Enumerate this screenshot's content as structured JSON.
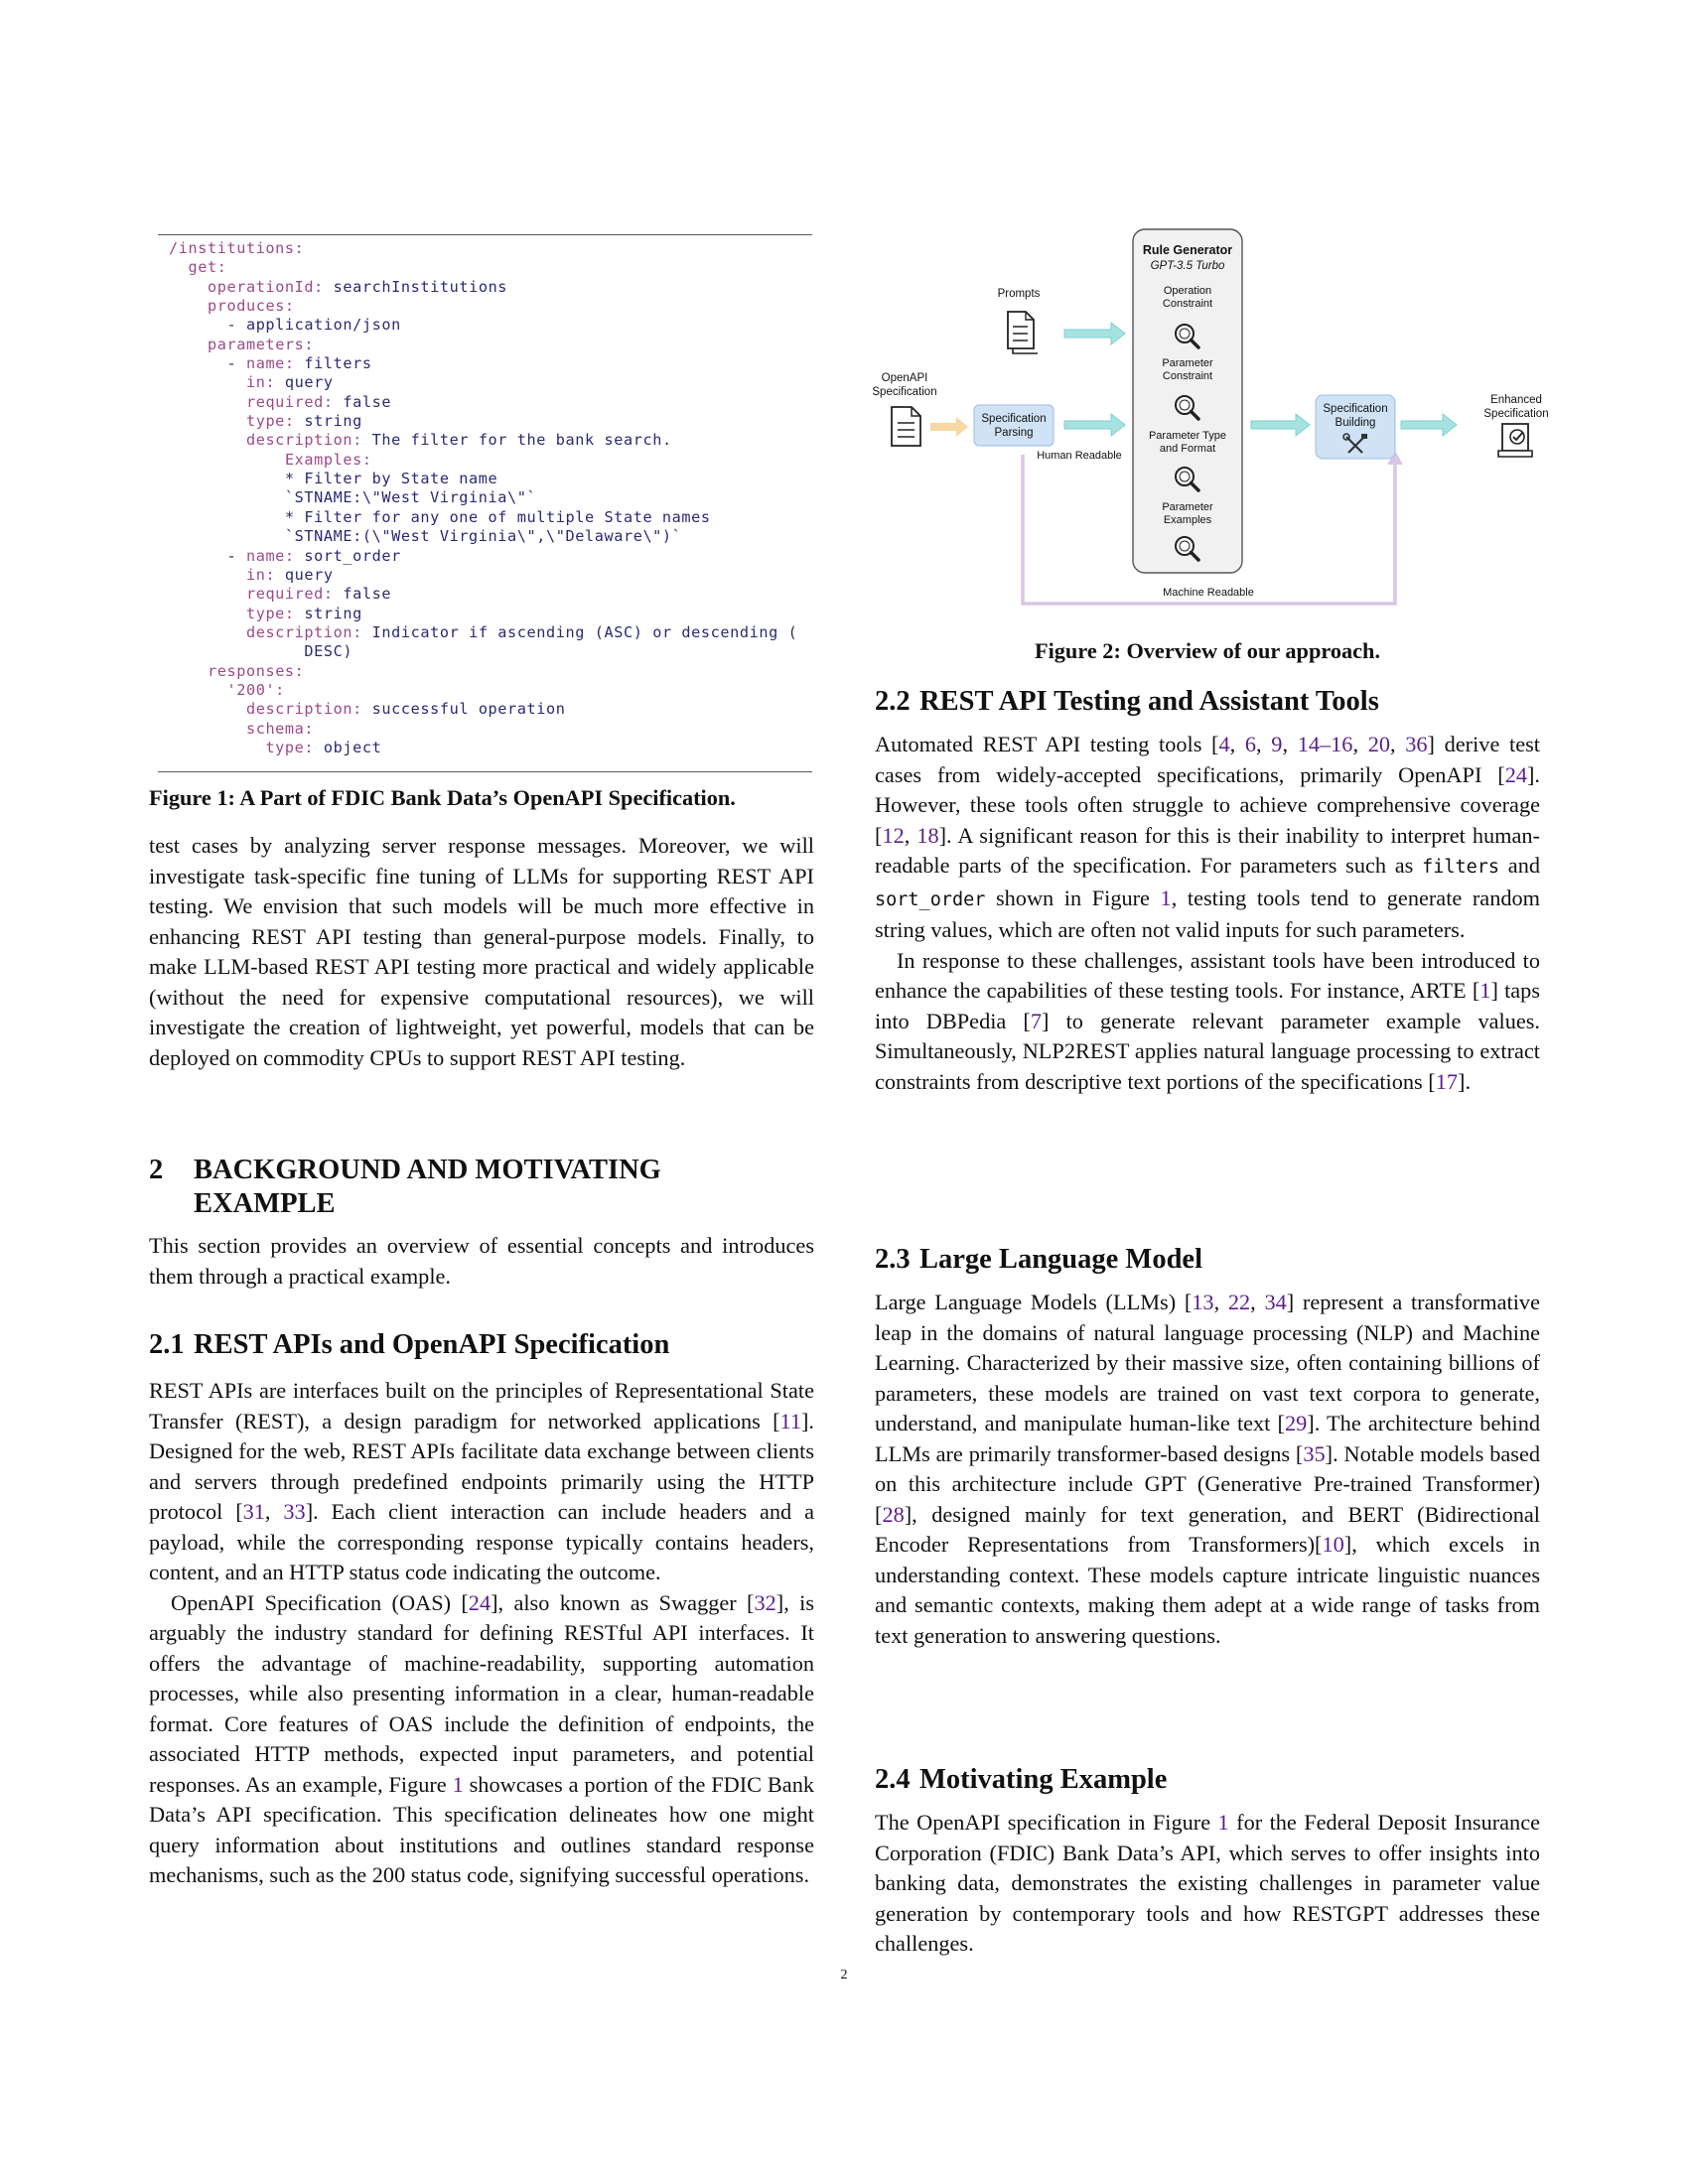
{
  "figure1": {
    "caption": "Figure 1: A Part of FDIC Bank Data’s OpenAPI Specification.",
    "code_lines": [
      "/institutions:",
      "  get:",
      "    operationId: searchInstitutions",
      "    produces:",
      "      - application/json",
      "    parameters:",
      "      - name: filters",
      "        in: query",
      "        required: false",
      "        type: string",
      "        description: The filter for the bank search.",
      "            Examples:",
      "            * Filter by State name",
      "            `STNAME:\\\"West Virginia\\\"`",
      "            * Filter for any one of multiple State names",
      "            `STNAME:(\\\"West Virginia\\\",\\\"Delaware\\\")`",
      "      - name: sort_order",
      "        in: query",
      "        required: false",
      "        type: string",
      "        description: Indicator if ascending (ASC) or descending (",
      "              DESC)",
      "    responses:",
      "      '200':",
      "        description: successful operation",
      "        schema:",
      "          type: object"
    ]
  },
  "figure2": {
    "caption": "Figure 2: Overview of our approach.",
    "rule_generator_title": "Rule Generator",
    "rule_generator_model": "GPT-3.5 Turbo",
    "prompts": "Prompts",
    "openapi_line1": "OpenAPI",
    "openapi_line2": "Specification",
    "parsing_line1": "Specification",
    "parsing_line2": "Parsing",
    "human_readable": "Human Readable",
    "machine_readable": "Machine Readable",
    "op_constraint_1": "Operation",
    "op_constraint_2": "Constraint",
    "param_constraint_1": "Parameter",
    "param_constraint_2": "Constraint",
    "param_type_1": "Parameter Type",
    "param_type_2": "and Format",
    "param_examples_1": "Parameter",
    "param_examples_2": "Examples",
    "building_line1": "Specification",
    "building_line2": "Building",
    "enhanced_line1": "Enhanced",
    "enhanced_line2": "Specification"
  },
  "left_para1": "test cases by analyzing server response messages. Moreover, we will investigate task-specific fine tuning of LLMs for supporting REST API testing. We envision that such models will be much more effective in enhancing REST API testing than general-purpose models. Finally, to make LLM-based REST API testing more practical and widely applicable (without the need for expensive computational resources), we will investigate the creation of lightweight, yet powerful, models that can be deployed on commodity CPUs to support REST API testing.",
  "sec2": {
    "num": "2",
    "title_line1": "BACKGROUND AND MOTIVATING",
    "title_line2": "EXAMPLE",
    "intro": "This section provides an overview of essential concepts and introduces them through a practical example."
  },
  "sec21": {
    "num": "2.1",
    "title": "REST APIs and OpenAPI Specification",
    "p1_a": "REST APIs are interfaces built on the principles of Representational State Transfer (REST), a design paradigm for networked applications [",
    "p1_c11": "11",
    "p1_b": "]. Designed for the web, REST APIs facilitate data exchange between clients and servers through predefined endpoints primarily using the HTTP protocol [",
    "p1_c31": "31",
    "p1_sep": ", ",
    "p1_c33": "33",
    "p1_c": "]. Each client interaction can include headers and a payload, while the corresponding response typically contains headers, content, and an HTTP status code indicating the outcome.",
    "p2_a": "OpenAPI Specification (OAS) [",
    "p2_c24": "24",
    "p2_b": "], also known as Swagger [",
    "p2_c32": "32",
    "p2_c": "], is arguably the industry standard for defining RESTful API interfaces. It offers the advantage of machine-readability, supporting automation processes, while also presenting information in a clear, human-readable format. Core features of OAS include the definition of endpoints, the associated HTTP methods, expected input parameters, and potential responses. As an example, Figure ",
    "p2_f1": "1",
    "p2_d": " showcases a portion of the FDIC Bank Data’s API specification. This specification delineates how one might query information about institutions and outlines standard response mechanisms, such as the 200 status code, signifying successful operations."
  },
  "sec22": {
    "num": "2.2",
    "title": "REST API Testing and Assistant Tools",
    "p1_a": "Automated REST API testing tools [",
    "c4": "4",
    "c6": "6",
    "c9": "9",
    "c14_16": "14–16",
    "c20": "20",
    "c36": "36",
    "p1_b": "] derive test cases from widely-accepted specifications, primarily OpenAPI [",
    "c24": "24",
    "p1_c": "]. However, these tools often struggle to achieve comprehensive coverage [",
    "c12": "12",
    "c18": "18",
    "p1_d": "]. A significant reason for this is their inability to interpret human-readable parts of the specification. For parameters such as ",
    "code_filters": "filters",
    "and": " and ",
    "code_sort": "sort_order",
    "p1_e": " shown in Figure ",
    "f1": "1",
    "p1_f": ", testing tools tend to generate random string values, which are often not valid inputs for such parameters.",
    "p2_a": "In response to these challenges, assistant tools have been introduced to enhance the capabilities of these testing tools. For instance, ARTE [",
    "c1": "1",
    "p2_b": "] taps into DBPedia [",
    "c7": "7",
    "p2_c": "] to generate relevant parameter example values. Simultaneously, NLP2REST applies natural language processing to extract constraints from descriptive text portions of the specifications [",
    "c17": "17",
    "p2_d": "]."
  },
  "sec23": {
    "num": "2.3",
    "title": "Large Language Model",
    "p_a": "Large Language Models (LLMs) [",
    "c13": "13",
    "c22": "22",
    "c34": "34",
    "p_b": "] represent a transformative leap in the domains of natural language processing (NLP) and Machine Learning. Characterized by their massive size, often containing billions of parameters, these models are trained on vast text corpora to generate, understand, and manipulate human-like text [",
    "c29": "29",
    "p_c": "]. The architecture behind LLMs are primarily transformer-based designs [",
    "c35": "35",
    "p_d": "]. Notable models based on this architecture include GPT (Generative Pre-trained Transformer) [",
    "c28": "28",
    "p_e": "], designed mainly for text generation, and BERT (Bidirectional Encoder Representations from Transformers)[",
    "c10": "10",
    "p_f": "], which excels in understanding context. These models capture intricate linguistic nuances and semantic contexts, making them adept at a wide range of tasks from text generation to answering questions."
  },
  "sec24": {
    "num": "2.4",
    "title": "Motivating Example",
    "p_a": "The OpenAPI specification in Figure ",
    "f1": "1",
    "p_b": " for the Federal Deposit Insurance Corporation (FDIC) Bank Data’s API, which serves to offer insights into banking data, demonstrates the existing challenges in parameter value generation by contemporary tools and how RESTGPT addresses these challenges."
  },
  "page_number": "2",
  "colors": {
    "citation": "#5a1e8c",
    "code_text": "#2a2a72",
    "code_key": "#9a4a8a"
  }
}
